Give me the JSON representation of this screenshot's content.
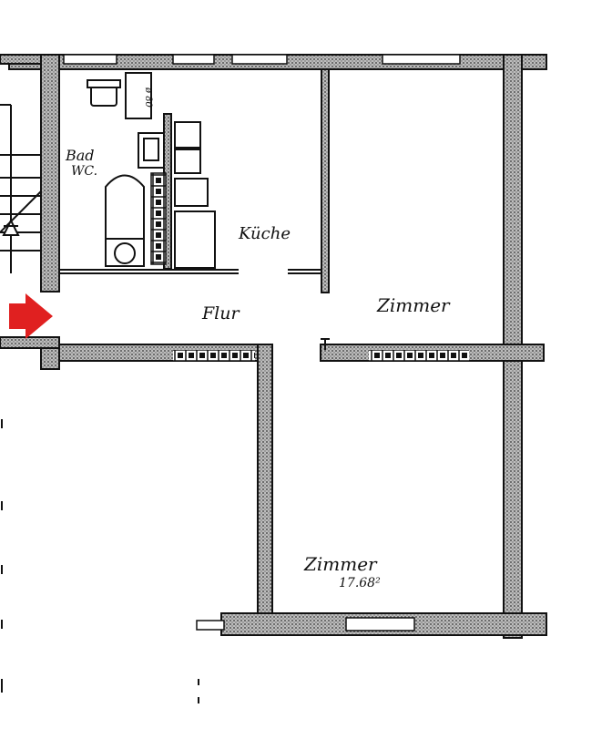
{
  "rooms": {
    "bath": "Bad",
    "wc": "WC.",
    "kitchen": "Küche",
    "hall": "Flur",
    "room_upper": "Zimmer",
    "room_lower": "Zimmer",
    "room_lower_area": "17.68²"
  },
  "fixture_label": "ø 80",
  "colors": {
    "arrow": "#e02020",
    "wall": "#111111"
  },
  "icons": {
    "entry": "arrow-right-icon"
  }
}
